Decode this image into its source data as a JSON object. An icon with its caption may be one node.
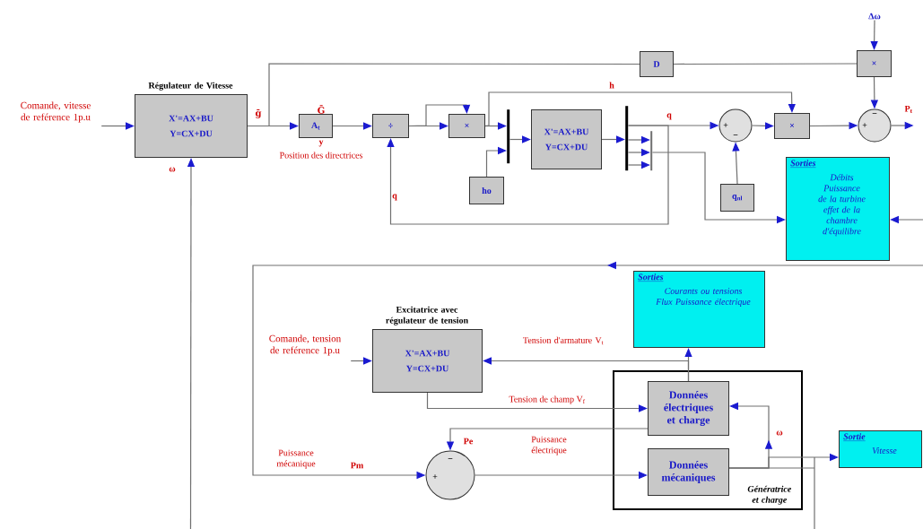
{
  "diagram": {
    "nodes": [
      {
        "text": [
          "Comande, vitesse de reférence 1p.u"
        ]
      },
      {
        "text": [
          "Régulateur de Vitesse",
          "X'=AX+BU",
          "Y=CX+DU"
        ]
      },
      {
        "text": [
          "A$_{t}$"
        ]
      },
      {
        "text": [
          "÷"
        ]
      },
      {
        "text": [
          "×"
        ]
      },
      {
        "text": [],
        "shape": "bar"
      },
      {
        "text": [
          "ho"
        ]
      },
      {
        "text": [
          "X'=AX+BU",
          "Y=CX+DU"
        ]
      },
      {
        "text": [],
        "shape": "bar"
      },
      {
        "text": [],
        "shape": "bar"
      },
      {
        "text": [
          "+",
          "−"
        ]
      },
      {
        "text": [
          "×"
        ]
      },
      {
        "text": [
          "q$_{nl}$"
        ]
      },
      {
        "text": [
          "D"
        ]
      },
      {
        "text": [
          "×"
        ]
      },
      {
        "text": [
          "Δω"
        ]
      },
      {
        "text": [
          "+",
          "−"
        ]
      },
      {
        "text": [
          "Sorties",
          "Débits Puissance de la turbine effet de la chambre d'équilibre"
        ]
      },
      {
        "text": [
          "Excitatrice avec régulateur de tension",
          "X'=AX+BU",
          "Y=CX+DU"
        ]
      },
      {
        "text": [
          "Comande, tension de reférence 1p.u"
        ]
      },
      {
        "text": [
          "Sorties",
          "Courants ou tensions Flux Puissance électrique"
        ]
      },
      {
        "text": [
          "Génératrice et charge"
        ]
      },
      {
        "text": [
          "Données électriques et charge"
        ],
        "in": 21
      },
      {
        "text": [
          "Données mécaniques"
        ],
        "in": 21
      },
      {
        "text": [
          "+",
          "−"
        ]
      },
      {
        "text": [
          "Sortie",
          "Vitesse"
        ]
      },
      {
        "text": [
          "P$_{t}$"
        ]
      }
    ],
    "edges": [
      {
        "from": 0,
        "to": 1,
        "arrow": "to"
      },
      {
        "from": 1,
        "to": 2,
        "arrow": "to"
      },
      {
        "from": 1,
        "to": 13,
        "arrow": "none"
      },
      {
        "from": 2,
        "to": 3,
        "arrow": "to"
      },
      {
        "from": 3,
        "to": 4,
        "arrow": "to"
      },
      {
        "from": 3,
        "to": 4,
        "arrow": "to"
      },
      {
        "from": 4,
        "to": 5,
        "arrow": "to"
      },
      {
        "from": 4,
        "to": 11,
        "arrow": "to"
      },
      {
        "from": 6,
        "to": 5,
        "arrow": "to"
      },
      {
        "from": 5,
        "to": 7,
        "arrow": "to"
      },
      {
        "from": 7,
        "to": 8,
        "arrow": "to"
      },
      {
        "from": 8,
        "to": 9,
        "arrow": "to"
      },
      {
        "from": 8,
        "to": 9,
        "arrow": "to"
      },
      {
        "from": 8,
        "to": 9,
        "arrow": "to"
      },
      {
        "from": 8,
        "to": 10,
        "arrow": "to"
      },
      {
        "from": 8,
        "to": 3,
        "arrow": "to"
      },
      {
        "from": 9,
        "to": 17,
        "arrow": "to"
      },
      {
        "from": 10,
        "to": 11,
        "arrow": "to"
      },
      {
        "from": 12,
        "to": 10,
        "arrow": "to"
      },
      {
        "from": 11,
        "to": 16,
        "arrow": "to"
      },
      {
        "from": 13,
        "to": 14,
        "arrow": "none"
      },
      {
        "from": 15,
        "to": 14,
        "arrow": "to"
      },
      {
        "from": 14,
        "to": 16,
        "arrow": "to"
      },
      {
        "from": 16,
        "to": 26,
        "arrow": "to"
      },
      {
        "from": null,
        "to": 17,
        "arrow": "to"
      },
      {
        "from": null,
        "to": 1,
        "arrow": "to"
      },
      {
        "from": null,
        "to": 24,
        "arrow": "to"
      },
      {
        "from": 19,
        "to": 18,
        "arrow": "to"
      },
      {
        "from": 22,
        "to": 18,
        "arrow": "to"
      },
      {
        "from": 22,
        "to": 20,
        "arrow": "to"
      },
      {
        "from": 18,
        "to": 22,
        "arrow": "to"
      },
      {
        "from": 22,
        "to": 24,
        "arrow": "to"
      },
      {
        "from": 24,
        "to": 23,
        "arrow": "to"
      },
      {
        "from": 23,
        "to": 22,
        "arrow": "to"
      },
      {
        "from": 23,
        "to": 25,
        "arrow": "to"
      },
      {
        "from": 23,
        "to": null,
        "arrow": "none"
      }
    ],
    "labels": [
      "ḡ",
      "Ḡ",
      "y",
      "Position des directrices",
      "ω",
      "q",
      "h",
      "q",
      "Tension d'armature V$_{t}$",
      "Tension de champ V$_{f}$",
      "Pe",
      "Puissance électrique",
      "Puissance mécanique",
      "Pm",
      "ω"
    ]
  }
}
